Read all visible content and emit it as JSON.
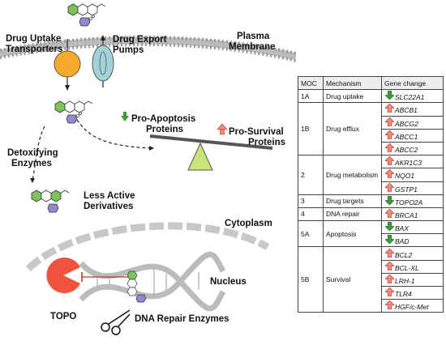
{
  "labels": {
    "drug_uptake": [
      "Drug Uptake",
      "Transporters"
    ],
    "drug_export": [
      "Drug Export",
      "Pumps"
    ],
    "plasma_membrane": [
      "Plasma",
      "Membrane"
    ],
    "pro_apoptosis": [
      "Pro-Apoptosis",
      "Proteins"
    ],
    "pro_survival": [
      "Pro-Survival",
      "Proteins"
    ],
    "detoxifying": [
      "Detoxifying",
      "Enzymes"
    ],
    "less_active": [
      "Less Active",
      "Derivatives"
    ],
    "cytoplasm": "Cytoplasm",
    "nucleus": "Nucleus",
    "topo": "TOPO",
    "dna_repair_enzymes": "DNA Repair Enzymes"
  },
  "table": {
    "headers": [
      "MOC",
      "Mechanism",
      "Gene change"
    ],
    "groups": [
      {
        "moc": "1A",
        "mechanism": "Drug uptake",
        "genes": [
          {
            "name": "SLC22A1",
            "dir": "down"
          }
        ]
      },
      {
        "moc": "1B",
        "mechanism": "Drug efflux",
        "genes": [
          {
            "name": "ABCB1",
            "dir": "up"
          },
          {
            "name": "ABCG2",
            "dir": "up"
          },
          {
            "name": "ABCC1",
            "dir": "up"
          },
          {
            "name": "ABCC2",
            "dir": "up"
          }
        ]
      },
      {
        "moc": "2",
        "mechanism": "Drug metabolism",
        "genes": [
          {
            "name": "AKR1C3",
            "dir": "up"
          },
          {
            "name": "NQO1",
            "dir": "up"
          },
          {
            "name": "GSTP1",
            "dir": "up"
          }
        ]
      },
      {
        "moc": "3",
        "mechanism": "Drug targets",
        "genes": [
          {
            "name": "TOPO2A",
            "dir": "down"
          }
        ]
      },
      {
        "moc": "4",
        "mechanism": "DNA repair",
        "genes": [
          {
            "name": "BRCA1",
            "dir": "up"
          }
        ]
      },
      {
        "moc": "5A",
        "mechanism": "Apoptosis",
        "genes": [
          {
            "name": "BAX",
            "dir": "down"
          },
          {
            "name": "BAD",
            "dir": "down"
          }
        ]
      },
      {
        "moc": "5B",
        "mechanism": "Survival",
        "genes": [
          {
            "name": "BCL2",
            "dir": "up"
          },
          {
            "name": "BCL-XL",
            "dir": "up"
          },
          {
            "name": "LRH-1",
            "dir": "up"
          },
          {
            "name": "TLR4",
            "dir": "up"
          },
          {
            "name": "HGF/c-Met",
            "dir": "up"
          }
        ]
      }
    ]
  },
  "colors": {
    "up_arrow": "#f08b7e",
    "down_arrow": "#3f9a3d",
    "uptake_transporter": "#f4aa2b",
    "export_pump": "#9fd3d8",
    "drug_hexagon": "#7dc25a",
    "drug_sugar": "#8f89cf",
    "topo": "#f0533c",
    "seesaw_triangle": "#c8e57a"
  },
  "icons": [
    "scissors-icon",
    "up-arrow-icon",
    "down-arrow-icon"
  ]
}
